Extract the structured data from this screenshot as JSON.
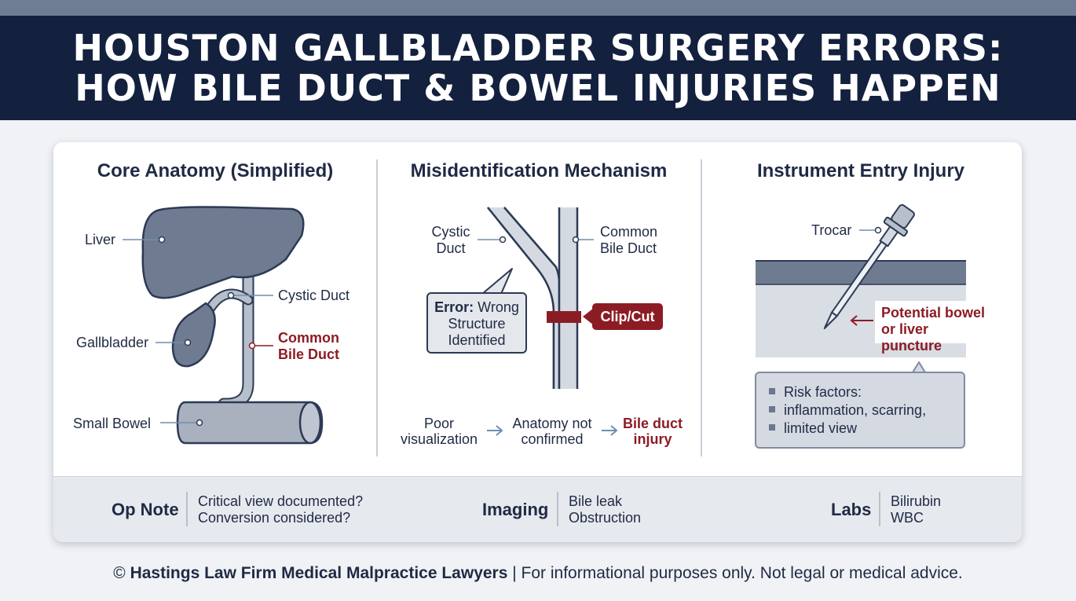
{
  "header": {
    "title_line1": "HOUSTON GALLBLADDER SURGERY ERRORS:",
    "title_line2": "HOW BILE DUCT & BOWEL INJURIES HAPPEN"
  },
  "panels": {
    "anatomy": {
      "title": "Core Anatomy (Simplified)",
      "labels": {
        "liver": "Liver",
        "cystic_duct": "Cystic Duct",
        "gallbladder": "Gallbladder",
        "common_bile_duct_1": "Common",
        "common_bile_duct_2": "Bile Duct",
        "small_bowel": "Small Bowel"
      }
    },
    "misidentification": {
      "title": "Misidentification Mechanism",
      "labels": {
        "cystic_1": "Cystic",
        "cystic_2": "Duct",
        "common_1": "Common",
        "common_2": "Bile Duct",
        "error_bold": "Error:",
        "error_1": " Wrong",
        "error_2": "Structure",
        "error_3": "Identified",
        "clip_cut": "Clip/Cut"
      },
      "flow": {
        "step1_1": "Poor",
        "step1_2": "visualization",
        "step2_1": "Anatomy not",
        "step2_2": "confirmed",
        "step3_1": "Bile duct",
        "step3_2": "injury"
      }
    },
    "instrument": {
      "title": "Instrument Entry Injury",
      "labels": {
        "trocar": "Trocar",
        "puncture_1": "Potential bowel",
        "puncture_2": "or liver puncture"
      },
      "risk_factors": [
        "Risk factors:",
        "inflammation, scarring,",
        "limited view"
      ]
    }
  },
  "footer_row": {
    "op_note": {
      "heading": "Op Note",
      "lines": [
        "Critical view documented?",
        "Conversion considered?"
      ]
    },
    "imaging": {
      "heading": "Imaging",
      "lines": [
        "Bile leak",
        "Obstruction"
      ]
    },
    "labs": {
      "heading": "Labs",
      "lines": [
        "Bilirubin",
        "WBC"
      ]
    }
  },
  "copyright": {
    "prefix": "© ",
    "firm": "Hastings Law Firm Medical Malpractice Lawyers",
    "rest": " | For informational purposes only. Not legal or medical advice."
  },
  "colors": {
    "navy": "#13213f",
    "accent_red": "#8c1c24",
    "organ_gray": "#6f7b90",
    "duct_gray": "#b7bfcb"
  }
}
